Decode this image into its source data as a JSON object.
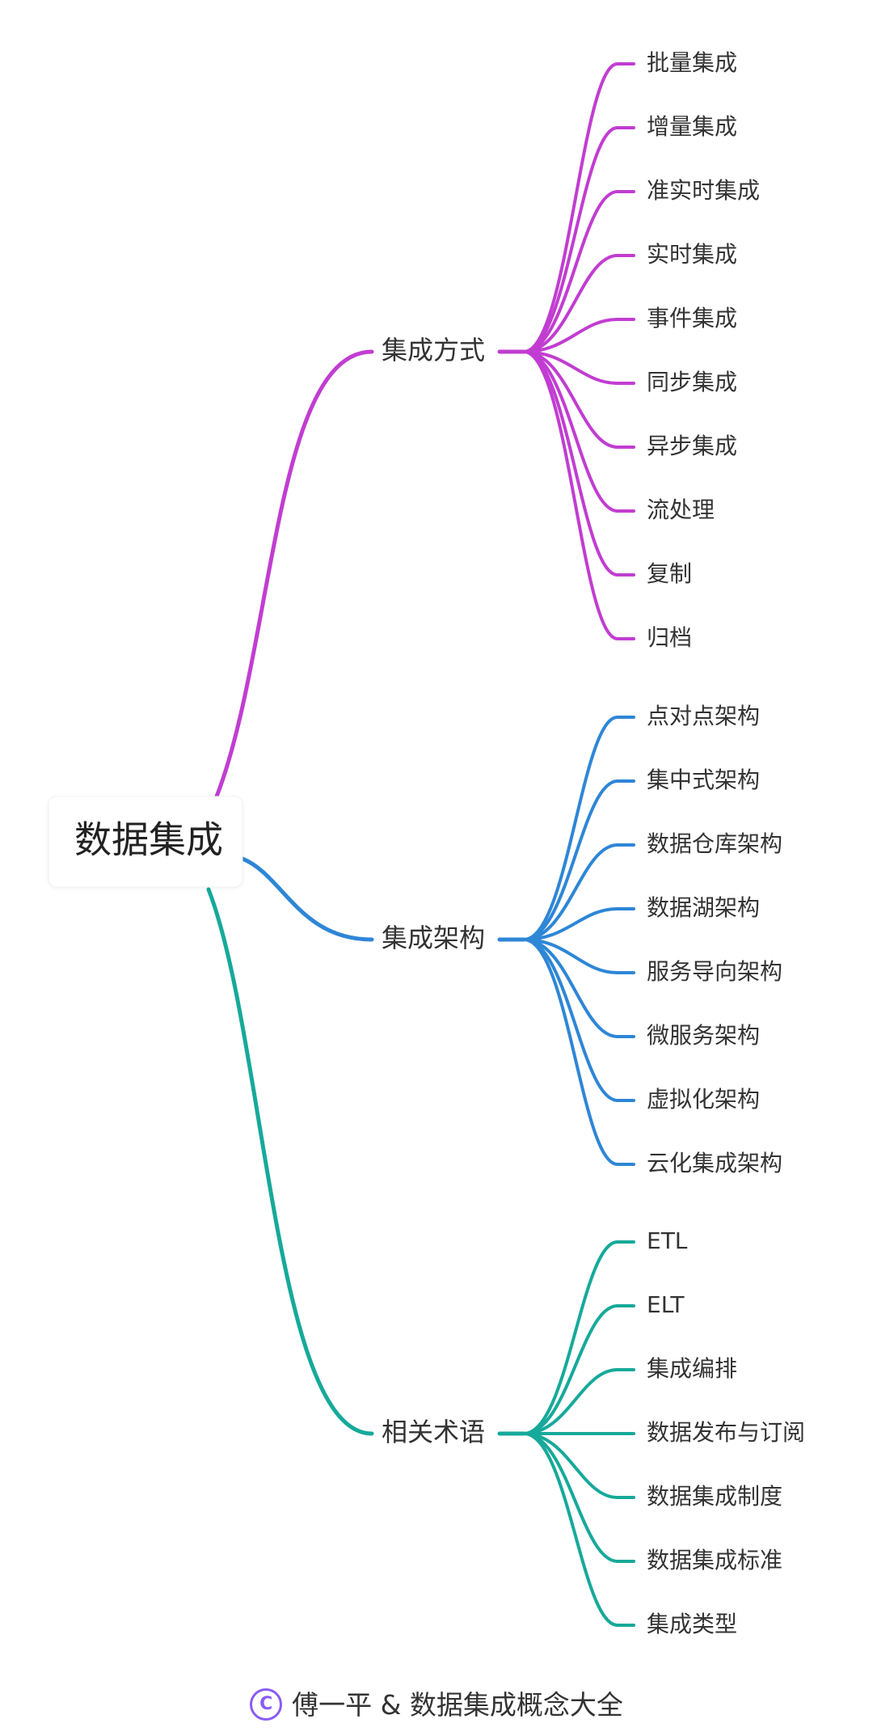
{
  "root": {
    "label": "数据集成"
  },
  "branches": [
    {
      "label": "集成方式",
      "color": "#c13dd1",
      "children": [
        "批量集成",
        "增量集成",
        "准实时集成",
        "实时集成",
        "事件集成",
        "同步集成",
        "异步集成",
        "流处理",
        "复制",
        "归档"
      ]
    },
    {
      "label": "集成架构",
      "color": "#2e86d6",
      "children": [
        "点对点架构",
        "集中式架构",
        "数据仓库架构",
        "数据湖架构",
        "服务导向架构",
        "微服务架构",
        "虚拟化架构",
        "云化集成架构"
      ]
    },
    {
      "label": "相关术语",
      "color": "#16a99a",
      "children": [
        "ETL",
        "ELT",
        "集成编排",
        "数据发布与订阅",
        "数据集成制度",
        "数据集成标准",
        "集成类型"
      ]
    }
  ],
  "footer": {
    "icon": "copyright-icon",
    "icon_glyph": "C",
    "text": "傅一平 & 数据集成概念大全"
  }
}
